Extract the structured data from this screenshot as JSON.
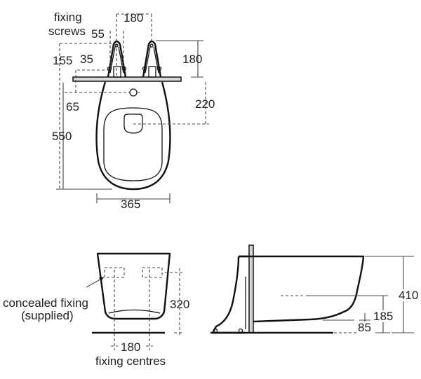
{
  "diagram": {
    "title": "Wall-hung WC technical drawing",
    "plan_view": {
      "labels": {
        "fixing_screws_line1": "fixing",
        "fixing_screws_line2": "screws",
        "dim_fixing_centres": "180",
        "dim_screw_offset": "55",
        "dim_bracket_height": "180",
        "dim_155": "155",
        "dim_35": "35",
        "dim_65": "65",
        "dim_220": "220",
        "dim_length": "550",
        "dim_width": "365"
      }
    },
    "front_view": {
      "labels": {
        "concealed_line1": "concealed fixing",
        "concealed_line2": "(supplied)",
        "dim_height": "320",
        "dim_fixing_centres": "180",
        "fixing_centres_caption": "fixing centres"
      }
    },
    "side_view": {
      "labels": {
        "dim_total_height": "410",
        "dim_outlet_height": "185",
        "dim_base_clearance": "85"
      }
    },
    "colors": {
      "line": "#111111",
      "dim": "#333333",
      "wall_fill": "#d8d8d8"
    }
  }
}
